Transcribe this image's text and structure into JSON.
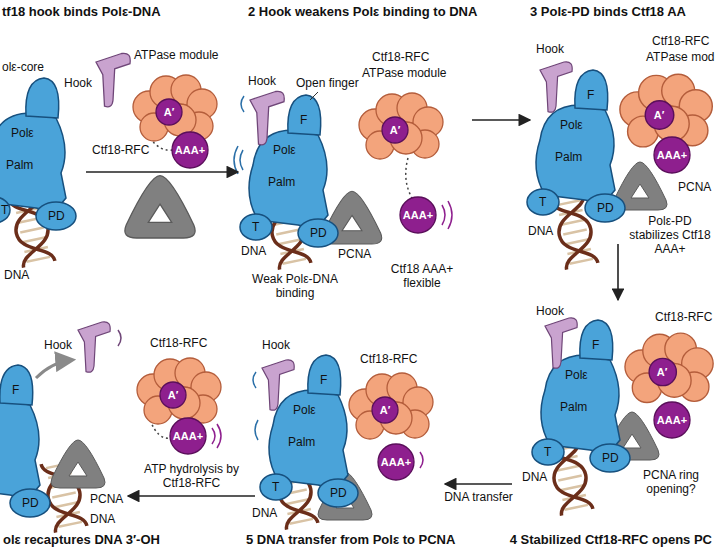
{
  "diagram": {
    "nodes": [
      {
        "text": [
          "tf18 hook binds Polε-DNA"
        ]
      },
      {
        "text": [
          "2 Hook weakens Polε binding to DNA"
        ]
      },
      {
        "text": [
          "3 Polε-PD binds Ctf18 AA"
        ]
      },
      {
        "text": [
          "4 Stabilized Ctf18-RFC opens PC"
        ]
      },
      {
        "text": [
          "5 DNA transfer from Polε to PCNA"
        ]
      },
      {
        "text": [
          "olε recaptures DNA 3′-OH"
        ]
      }
    ],
    "edges": [
      {
        "from": 0,
        "to": 1,
        "arrow": "to"
      },
      {
        "from": 1,
        "to": 2,
        "arrow": "to"
      },
      {
        "from": 2,
        "to": 3,
        "arrow": "to"
      },
      {
        "from": 3,
        "to": 4,
        "label": "DNA transfer",
        "arrow": "to"
      },
      {
        "from": 4,
        "to": 5,
        "label": "ATP hydrolysis by Ctf18-RFC",
        "arrow": "to"
      }
    ],
    "labels": [
      "olε-core",
      "Hook",
      "ATPase module",
      "A′",
      "Ctf18-RFC",
      "AAA+",
      "Polε",
      "Palm",
      "PD",
      "T",
      "DNA",
      "Open finger",
      "Hook",
      "Ctf18-RFC",
      "ATPase module",
      "F",
      "Polε",
      "Palm",
      "T",
      "PD",
      "A′",
      "PCNA",
      "DNA",
      "AAA+",
      "Weak Polε-DNA binding",
      "Ctf18 AAA+ flexible",
      "Ctf18-RFC",
      "ATPase mod",
      "Hook",
      "F",
      "Polε",
      "A′",
      "Palm",
      "T",
      "PD",
      "AAA+",
      "PCNA",
      "DNA",
      "Polε-PD stabilizes Ctf18 AAA+",
      "Hook",
      "Ctf18-RFC",
      "F",
      "Polε",
      "A′",
      "AAA+",
      "Palm",
      "T",
      "PD",
      "DNA",
      "PCNA ring opening?",
      "Hook",
      "Ctf18-RFC",
      "F",
      "Polε",
      "A′",
      "Palm",
      "T",
      "PD",
      "AAA+",
      "DNA",
      "Hook",
      "Ctf18-RFC",
      "A′",
      "AAA+",
      "F",
      "PD",
      "PCNA",
      "DNA"
    ]
  }
}
